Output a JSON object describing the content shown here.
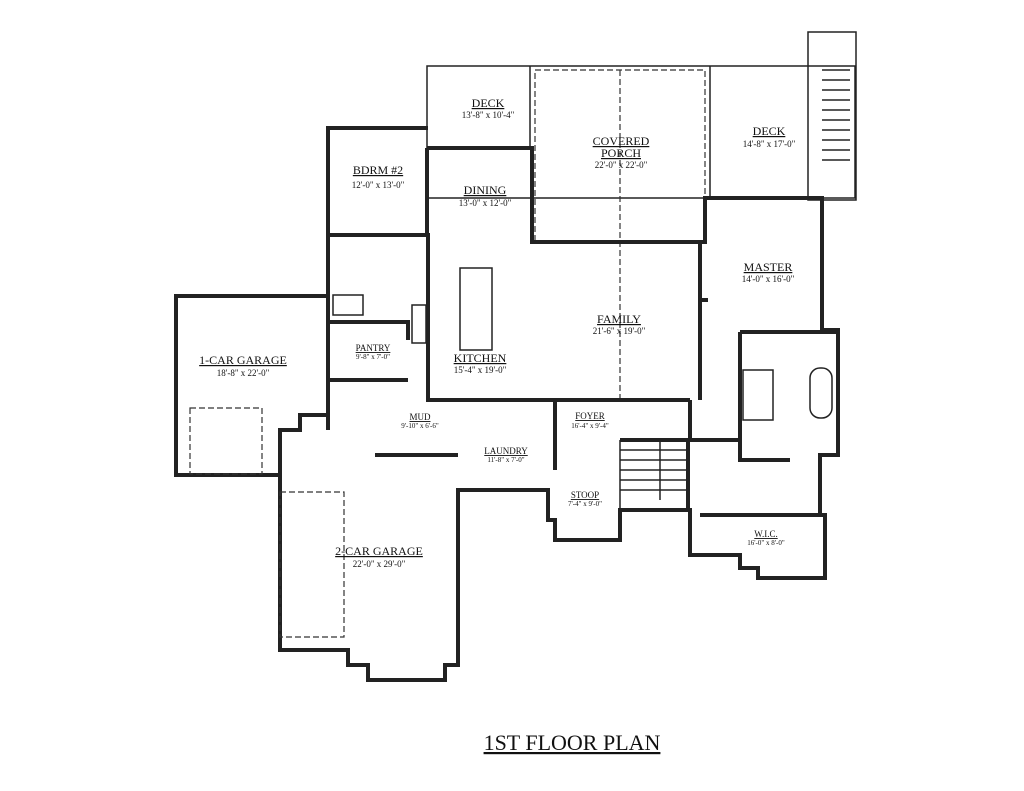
{
  "title": "1ST FLOOR PLAN",
  "rooms": [
    {
      "name": "DECK",
      "dims": "13'-8\" x 10'-4\""
    },
    {
      "name": "COVERED",
      "name2": "PORCH",
      "dims": "22'-0\" x 22'-0\""
    },
    {
      "name": "DECK",
      "dims": "14'-8\" x 17'-0\""
    },
    {
      "name": "BDRM #2",
      "dims": "12'-0\" x 13'-0\""
    },
    {
      "name": "DINING",
      "dims": "13'-0\" x 12'-0\""
    },
    {
      "name": "MASTER",
      "dims": "14'-0\" x 16'-0\""
    },
    {
      "name": "FAMILY",
      "dims": "21'-6\" x 19'-0\""
    },
    {
      "name": "1-CAR GARAGE",
      "dims": "18'-8\" x 22'-0\""
    },
    {
      "name": "PANTRY",
      "dims": "9'-8\" x 7'-0\""
    },
    {
      "name": "KITCHEN",
      "dims": "15'-4\" x 19'-0\""
    },
    {
      "name": "MUD",
      "dims": "9'-10\" x 6'-6\""
    },
    {
      "name": "FOYER",
      "dims": "16'-4\" x 9'-4\""
    },
    {
      "name": "LAUNDRY",
      "dims": "11'-8\" x 7'-0\""
    },
    {
      "name": "STOOP",
      "dims": "7'-4\" x 9'-0\""
    },
    {
      "name": "W.I.C.",
      "dims": "16'-0\" x 8'-0\""
    },
    {
      "name": "2-CAR GARAGE",
      "dims": "22'-0\" x 29'-0\""
    }
  ]
}
